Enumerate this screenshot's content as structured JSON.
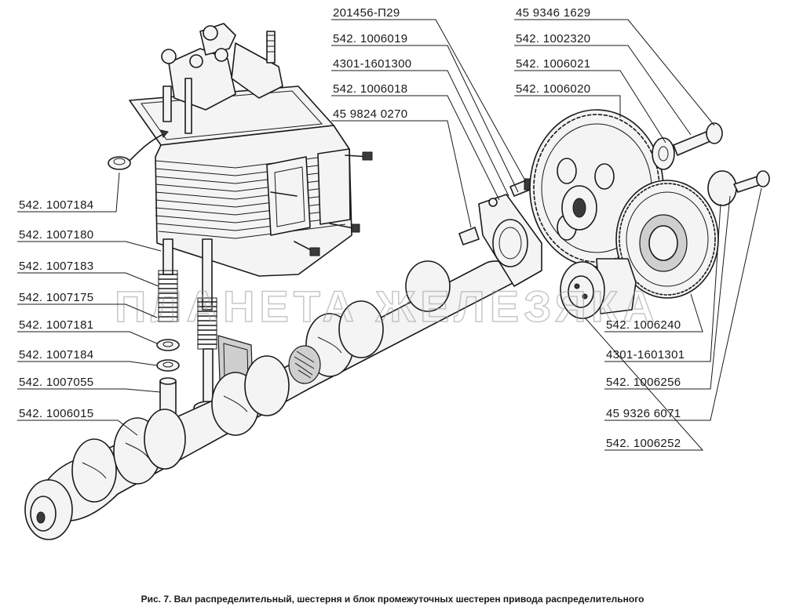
{
  "watermark": "ПЛАНЕТА ЖЕЛЕЗЯКА",
  "caption": "Рис. 7. Вал распределительный, шестерня и блок промежуточных шестерен привода распределительного",
  "labels_left": [
    {
      "id": "l1",
      "text": "542. 1007184"
    },
    {
      "id": "l2",
      "text": "542. 1007180"
    },
    {
      "id": "l3",
      "text": "542. 1007183"
    },
    {
      "id": "l4",
      "text": "542. 1007175"
    },
    {
      "id": "l5",
      "text": "542. 1007181"
    },
    {
      "id": "l6",
      "text": "542. 1007184"
    },
    {
      "id": "l7",
      "text": "542. 1007055"
    },
    {
      "id": "l8",
      "text": "542. 1006015"
    }
  ],
  "labels_top_mid": [
    {
      "id": "m1",
      "text": "201456-П29"
    },
    {
      "id": "m2",
      "text": "542. 1006019"
    },
    {
      "id": "m3",
      "text": "4301-1601300"
    },
    {
      "id": "m4",
      "text": "542. 1006018"
    },
    {
      "id": "m5",
      "text": "45 9824 0270"
    }
  ],
  "labels_top_right": [
    {
      "id": "r1",
      "text": "45 9346 1629"
    },
    {
      "id": "r2",
      "text": "542. 1002320"
    },
    {
      "id": "r3",
      "text": "542. 1006021"
    },
    {
      "id": "r4",
      "text": "542. 1006020"
    }
  ],
  "labels_bottom_right": [
    {
      "id": "b1",
      "text": "542. 1006240"
    },
    {
      "id": "b2",
      "text": "4301-1601301"
    },
    {
      "id": "b3",
      "text": "542. 1006256"
    },
    {
      "id": "b4",
      "text": "45 9326 6071"
    },
    {
      "id": "b5",
      "text": "542. 1006252"
    }
  ]
}
